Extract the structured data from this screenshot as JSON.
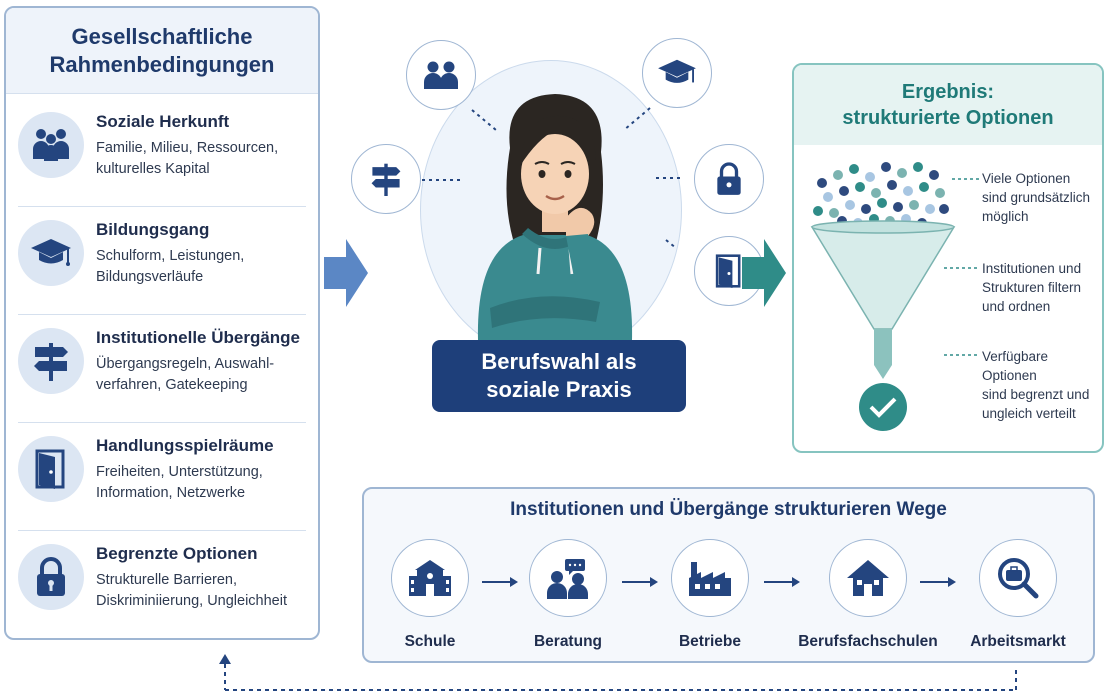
{
  "left": {
    "title": "Gesellschaftliche Rahmenbedingungen",
    "items": [
      {
        "title": "Soziale Herkunft",
        "desc1": "Familie, Milieu, Ressourcen,",
        "desc2": "kulturelles Kapital",
        "icon": "family-icon"
      },
      {
        "title": "Bildungsgang",
        "desc1": "Schulform, Leistungen,",
        "desc2": "Bildungsverläufe",
        "icon": "graduation-cap-icon"
      },
      {
        "title": "Institutionelle Übergänge",
        "desc1": "Übergangsregeln, Auswahl-",
        "desc2": "verfahren, Gatekeeping",
        "icon": "signpost-icon"
      },
      {
        "title": "Handlungsspielräume",
        "desc1": "Freiheiten, Unterstützung,",
        "desc2": "Information, Netzwerke",
        "icon": "door-icon"
      },
      {
        "title": "Begrenzte Optionen",
        "desc1": "Strukturelle Barrieren,",
        "desc2": "Diskriminiierung, Ungleichheit",
        "icon": "lock-icon"
      }
    ]
  },
  "center": {
    "label_line1": "Berufswahl als",
    "label_line2": "soziale Praxis"
  },
  "right": {
    "title_line1": "Ergebnis:",
    "title_line2": "strukturierte Optionen",
    "annotations": [
      {
        "l1": "Viele Optionen",
        "l2": "sind grundsätzlich",
        "l3": "möglich"
      },
      {
        "l1": "Institutionen und",
        "l2": "Strukturen filtern",
        "l3": "und ordnen"
      },
      {
        "l1": "Verfügbare Optionen",
        "l2": "sind begrenzt und",
        "l3": "ungleich verteilt"
      }
    ]
  },
  "bottom": {
    "title": "Institutionen und Übergänge strukturieren Wege",
    "institutions": [
      {
        "label": "Schule",
        "icon": "school-icon"
      },
      {
        "label": "Beratung",
        "icon": "counseling-icon"
      },
      {
        "label": "Betriebe",
        "icon": "factory-icon"
      },
      {
        "label": "Berufsfachschulen",
        "icon": "house-icon"
      },
      {
        "label": "Arbeitsmarkt",
        "icon": "job-search-icon"
      }
    ]
  },
  "colors": {
    "navy": "#1e3f7a",
    "teal": "#2f8c88",
    "light_blue": "#dce6f3",
    "arrow_blue": "#5b87c5"
  }
}
